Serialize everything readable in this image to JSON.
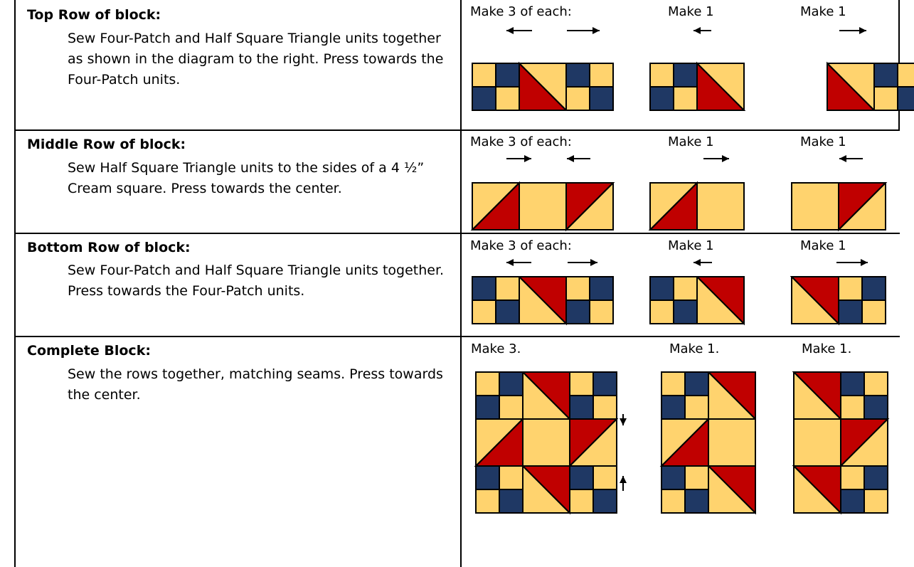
{
  "colors": {
    "navy": "#1f3864",
    "cream": "#ffd36e",
    "red": "#c00000",
    "outline": "#000000"
  },
  "rows": [
    {
      "title": "Top Row of block:",
      "text": "Sew Four-Patch and Half Square Triangle units together as shown in the diagram to the right.  Press towards the Four-Patch units.",
      "labels": [
        "Make 3 of each:",
        "Make 1",
        "Make 1"
      ]
    },
    {
      "title": "Middle Row of block:",
      "text": "Sew Half Square Triangle units to the sides of a 4 ½” Cream square. Press towards the center.",
      "labels": [
        "Make 3 of each:",
        "Make 1",
        "Make 1"
      ]
    },
    {
      "title": "Bottom Row of block:",
      "text": "Sew Four-Patch and Half Square Triangle units together.  Press towards the Four-Patch units.",
      "labels": [
        "Make 3 of each:",
        "Make 1",
        "Make 1"
      ]
    },
    {
      "title": "Complete Block:",
      "text": "Sew the rows together, matching seams. Press towards the center.",
      "labels": [
        "Make 3.",
        "Make 1.",
        "Make 1."
      ]
    }
  ]
}
